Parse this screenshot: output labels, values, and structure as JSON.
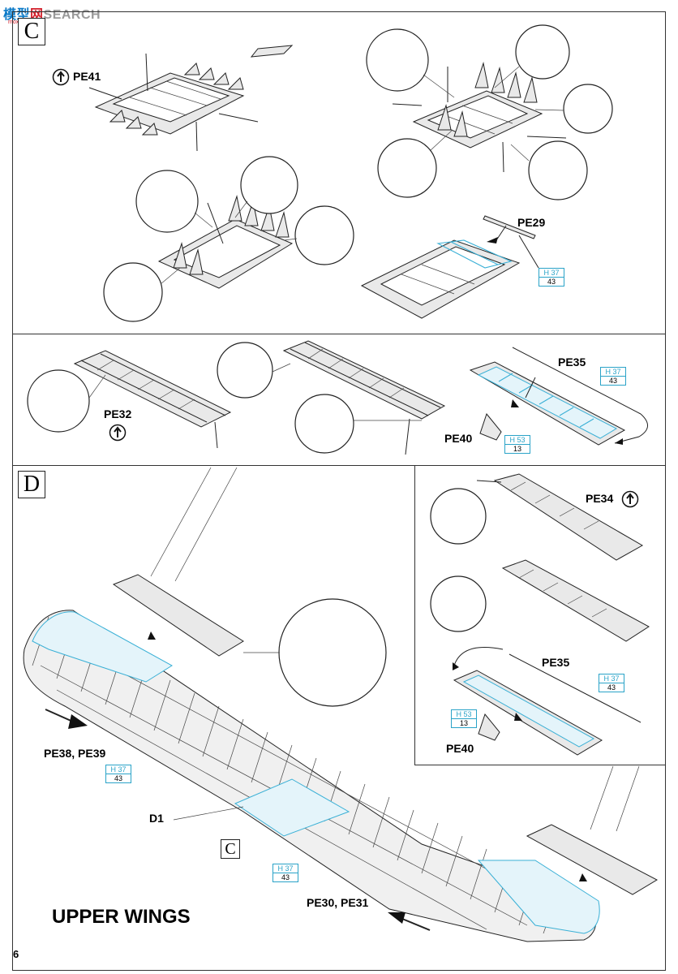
{
  "watermark": {
    "part_a": "模型",
    "part_b": "网",
    "part_c": "SEARCH",
    "sub": "moxing.com"
  },
  "page": {
    "number": "6",
    "title": "UPPER WINGS"
  },
  "steps": {
    "c": "C",
    "d": "D",
    "c_ref": "C"
  },
  "labels": {
    "pe41": "PE41",
    "pe29": "PE29",
    "pe32": "PE32",
    "pe35_a": "PE35",
    "pe40_a": "PE40",
    "pe34": "PE34",
    "pe35_b": "PE35",
    "pe40_b": "PE40",
    "pe38_39": "PE38, PE39",
    "d1": "D1",
    "pe30_31": "PE30, PE31"
  },
  "paint_refs": [
    {
      "code": "H 37",
      "num": "43"
    },
    {
      "code": "H 37",
      "num": "43"
    },
    {
      "code": "H 53",
      "num": "13"
    },
    {
      "code": "H 37",
      "num": "43"
    },
    {
      "code": "H 53",
      "num": "13"
    },
    {
      "code": "H 37",
      "num": "43"
    },
    {
      "code": "H 37",
      "num": "43"
    }
  ],
  "icons": {
    "bend": "bend-arrow-icon"
  },
  "colors": {
    "highlight": "#3ab0d6",
    "line": "#222222"
  }
}
